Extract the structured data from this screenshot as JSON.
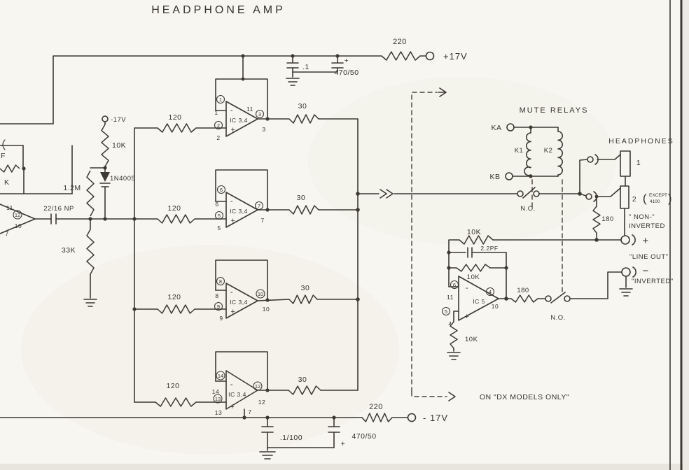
{
  "title": "HEADPHONE AMP",
  "top_rail": {
    "r": "220",
    "c1": ".1",
    "c2": "470/50",
    "plus": "+",
    "terminal": "+17V"
  },
  "bottom_rail": {
    "r": "220",
    "c1": ".1/100",
    "c2": "470/50",
    "plus": "+",
    "terminal": "- 17V"
  },
  "input": {
    "edge_cap_label": "F",
    "edge_res_label": "K",
    "pin11": "11",
    "pin12": "12",
    "pin10": "10",
    "pin7": "7",
    "coupling_cap": "22/16 NP",
    "r_series": "1.2M",
    "r_shunt": "33K",
    "r_bias": "10K",
    "bias_terminal": "-17V",
    "diode": "1N4005"
  },
  "amps": {
    "ic": "IC 3,4",
    "r_in": "120",
    "r_out": "30",
    "plus": "+",
    "minus": "-",
    "s1": {
      "fb": "1",
      "ni": "2",
      "out": "3",
      "vcc": "11"
    },
    "s2": {
      "fb": "6",
      "ni": "5",
      "out": "7"
    },
    "s3": {
      "fb": "8",
      "ni": "9",
      "out": "10"
    },
    "s4": {
      "fb": "14",
      "ni": "13",
      "out": "12",
      "vee": "7"
    }
  },
  "relays": {
    "heading": "MUTE RELAYS",
    "ka": "KA",
    "kb": "KB",
    "k1": "K1",
    "k2": "K2",
    "no": "N.O."
  },
  "line_amp": {
    "ic": "IC 5",
    "r_fb_outer": "10K",
    "c_fb": "2.2PF",
    "r_fb": "10K",
    "r_gnd": "10K",
    "r_out": "180",
    "inv_c": "6",
    "inv": "11",
    "ni_c": "5",
    "ni": "4",
    "out_c": "4",
    "out": "10",
    "no": "N.O."
  },
  "headphones": {
    "heading": "HEADPHONES",
    "el1": "1",
    "el2": "2",
    "paren_l": "(",
    "paren_r": ")",
    "except": "EXCEPT",
    "model": "4100",
    "r_load": "180"
  },
  "line_out": {
    "non_inv_1": "\" NON-\"",
    "non_inv_2": "INVERTED",
    "plus": "+",
    "label": "\"LINE OUT\"",
    "minus": "−",
    "inverted": "\"INVERTED\""
  },
  "notes": {
    "dx": "ON \"DX MODELS ONLY\""
  }
}
